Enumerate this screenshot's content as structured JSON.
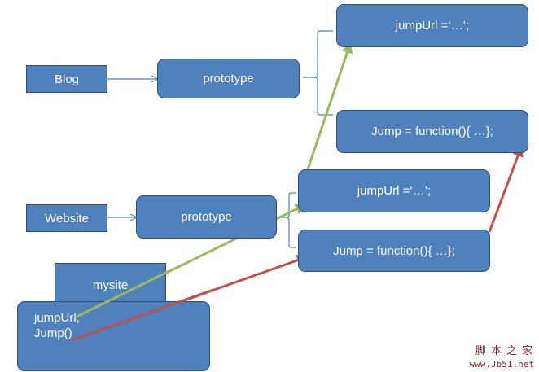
{
  "nodes": {
    "blog": "Blog",
    "blog_prototype": "prototype",
    "blog_jumpurl": "jumpUrl =‘…’;",
    "blog_jump": "Jump = function(){ …};",
    "website": "Website",
    "website_prototype": "prototype",
    "website_jumpurl": "jumpUrl =‘…’;",
    "website_jump": "Jump = function(){ …};",
    "mysite": "mysite",
    "mysite_jumpurl": "jumpUrl;",
    "mysite_jump": "Jump()"
  },
  "watermark": {
    "line1": "脚本之家",
    "line2": "www.Jb51.net"
  },
  "colors": {
    "box_fill": "#4f81bd",
    "box_border": "#2b4f7a",
    "connector": "#4f81bd",
    "jumpurl_arrow": "#9bbb59",
    "jump_arrow": "#c0504d"
  }
}
